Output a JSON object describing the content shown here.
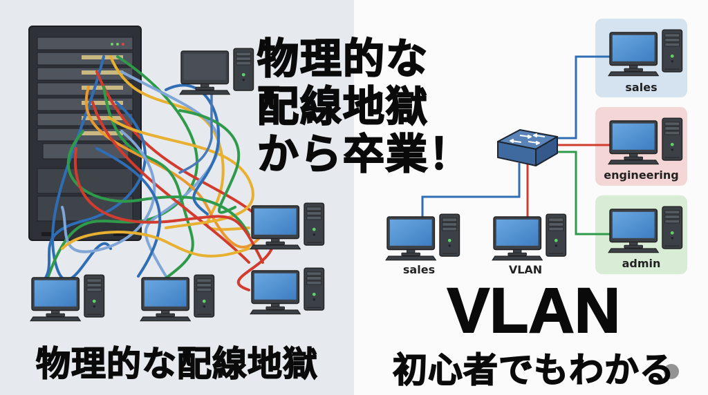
{
  "left": {
    "headline_lines": [
      "物理的な",
      "配線地獄",
      "から卒業！"
    ],
    "caption": "物理的な配線地獄",
    "cable_colors": [
      "#2f6db5",
      "#e8b030",
      "#2e9a4a",
      "#d23c2e",
      "#7fa6d6",
      "#e89a30"
    ]
  },
  "right": {
    "title": "VLAN",
    "subtitle": "初心者でもわかる",
    "groups": [
      {
        "label": "sales",
        "bg": "#d5e3f0",
        "link_color": "#2f6db5"
      },
      {
        "label": "engineering",
        "bg": "#f5d6d6",
        "link_color": "#d23c2e"
      },
      {
        "label": "admin",
        "bg": "#d8ecd6",
        "link_color": "#2e9a4a"
      }
    ],
    "bottom_pcs": [
      {
        "label": "sales",
        "link_color": "#2f6db5"
      },
      {
        "label": "VLAN",
        "link_color": "#d23c2e"
      }
    ],
    "switch_icon": "network-switch-icon"
  },
  "colors": {
    "left_bg": "#e6e9ed",
    "right_bg": "#fbfbfb",
    "screen_blue": "#4f8fd0",
    "device_dark": "#3c4047",
    "text": "#0a0a0a"
  }
}
